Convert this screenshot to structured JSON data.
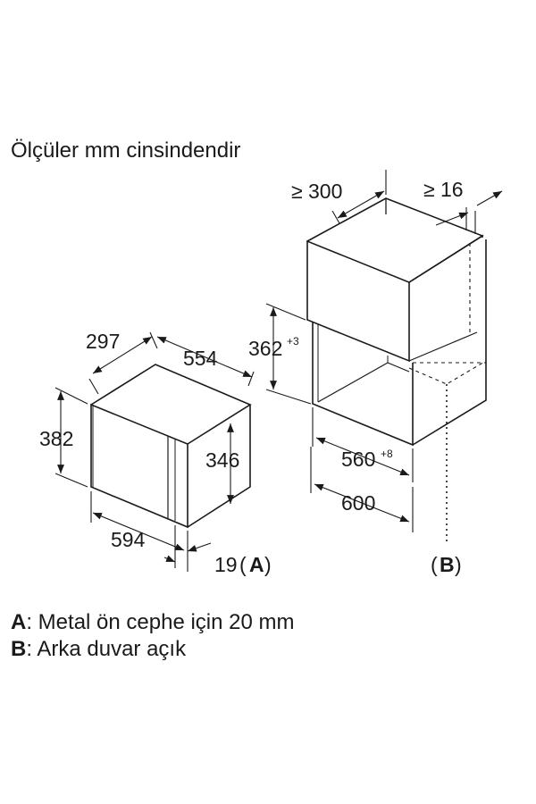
{
  "title": "Ölçüler mm cinsindendir",
  "appliance": {
    "depth": "297",
    "width": "554",
    "height": "382",
    "front_height": "346",
    "front_width": "594",
    "front_thickness": "19",
    "ref": "A"
  },
  "cabinet": {
    "min_top_clearance": "≥ 300",
    "min_rear_gap": "≥ 16",
    "opening_height": "362",
    "opening_height_tol": "+3",
    "opening_width": "560",
    "opening_width_tol": "+8",
    "cabinet_width": "600",
    "ref": "B"
  },
  "notes": [
    {
      "key": "A",
      "text": ": Metal ön cephe için 20 mm"
    },
    {
      "key": "B",
      "text": ": Arka duvar açık"
    }
  ]
}
